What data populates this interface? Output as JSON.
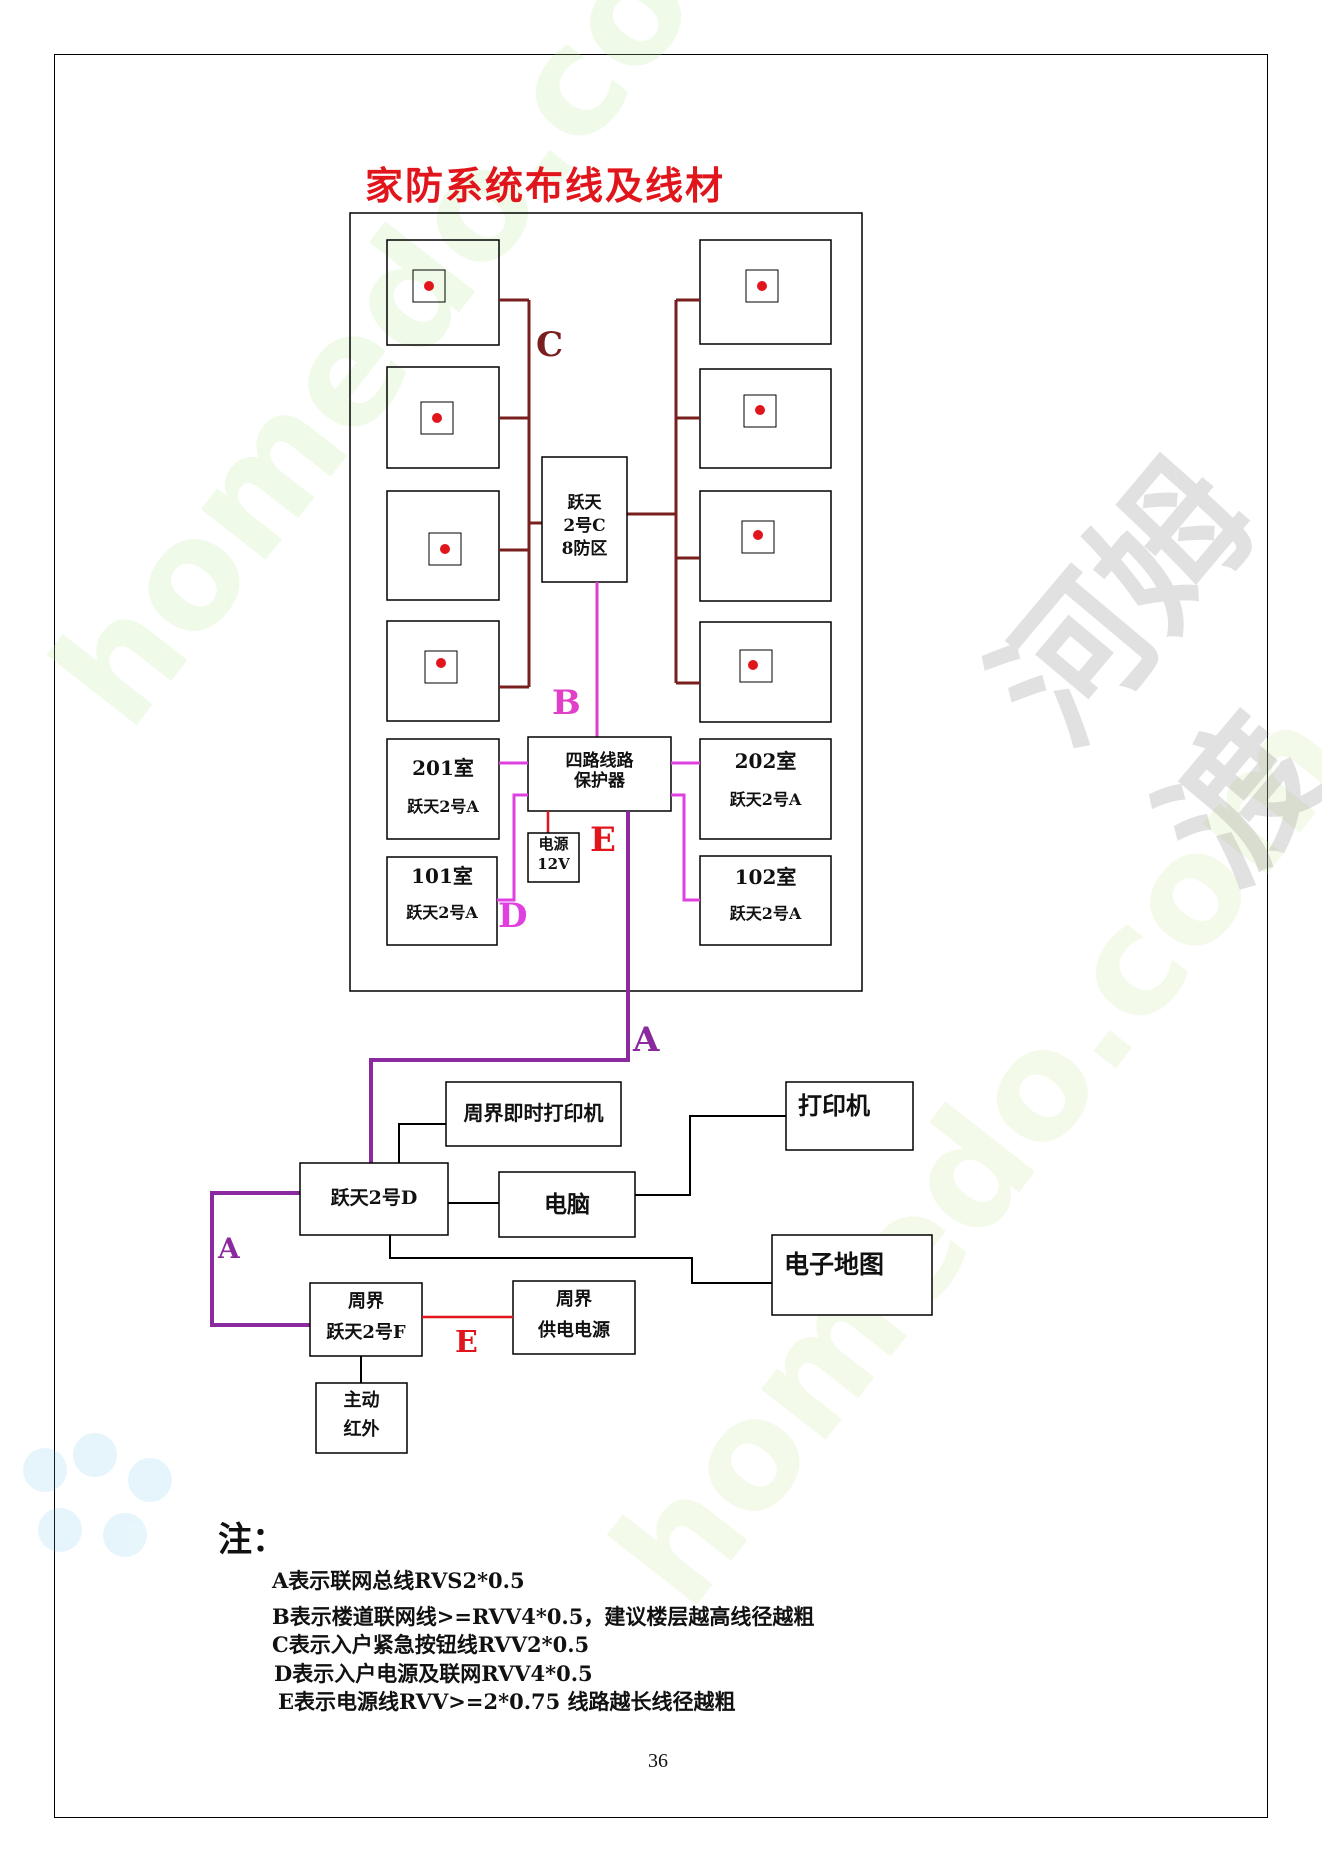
{
  "title": "家防系统布线及线材",
  "controller": {
    "line1": "跃天",
    "line2": "2号C",
    "line3": "8防区"
  },
  "protector": {
    "line1": "四路线路",
    "line2": "保护器"
  },
  "power12": {
    "line1": "电源",
    "line2": "12V"
  },
  "rooms": [
    {
      "room": "201室",
      "model": "跃天2号A"
    },
    {
      "room": "202室",
      "model": "跃天2号A"
    },
    {
      "room": "101室",
      "model": "跃天2号A"
    },
    {
      "room": "102室",
      "model": "跃天2号A"
    }
  ],
  "letters": {
    "C": "C",
    "B": "B",
    "E_top": "E",
    "D": "D",
    "A_top": "A",
    "A_left": "A",
    "E_bottom": "E"
  },
  "devices": {
    "printer_zj": "周界即时打印机",
    "printer": "打印机",
    "host_d": "跃天2号D",
    "computer": "电脑",
    "emap": "电子地图",
    "perimeter_f": {
      "line1": "周界",
      "line2": "跃天2号F"
    },
    "perimeter_power": {
      "line1": "周界",
      "line2": "供电电源"
    },
    "infrared": {
      "line1": "主动",
      "line2": "红外"
    }
  },
  "notes": {
    "title": "注：",
    "items": [
      "A表示联网总线RVS2*0.5",
      "B表示楼道联网线>=RVV4*0.5，建议楼层越高线径越粗",
      "C表示入户紧急按钮线RVV2*0.5",
      "D表示入户电源及联网RVV4*0.5",
      "E表示电源线RVV>=2*0.75 线路越长线径越粗"
    ]
  },
  "page_number": "36",
  "watermark": {
    "text_en": "homedo.com",
    "text_cn": "河姆渡"
  },
  "colors": {
    "title": "#e0161c",
    "line_c": "#7a1f1f",
    "line_b": "#e040c8",
    "line_d": "#e040e0",
    "line_e": "#e0161c",
    "line_a": "#8b2a9e",
    "sensor_dot": "#e0161c"
  }
}
